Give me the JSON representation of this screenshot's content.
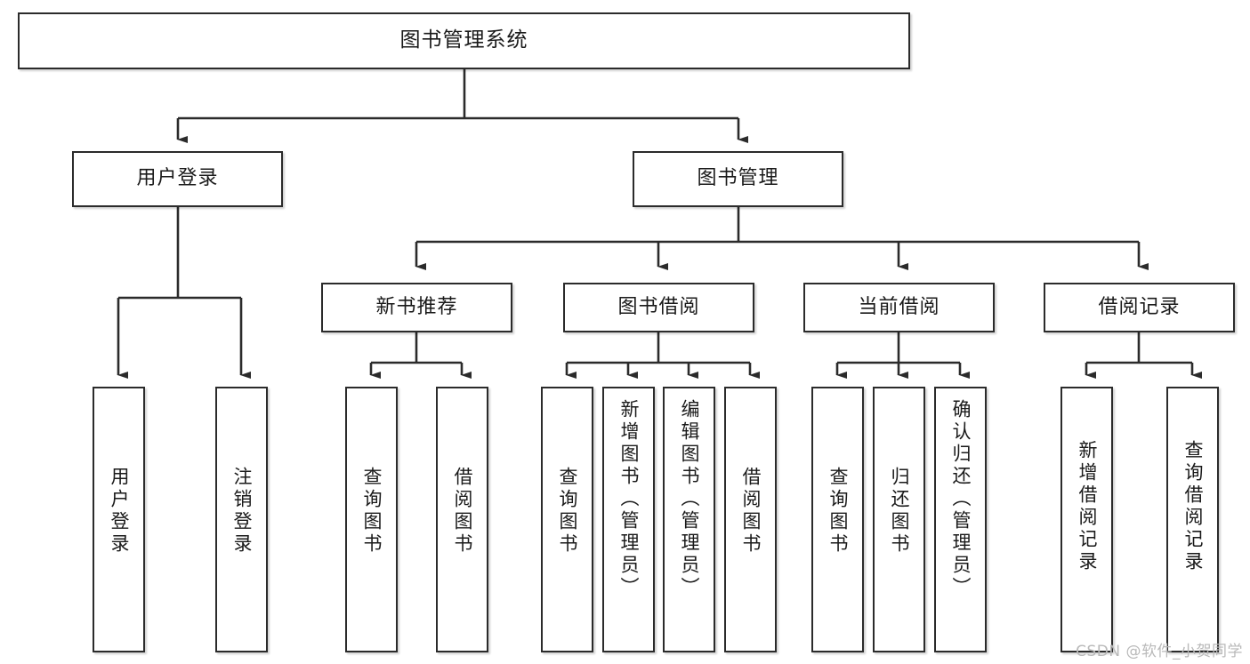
{
  "diagram": {
    "type": "tree",
    "title": "图书管理系统",
    "orientation": "top-down",
    "stroke_color": "#2b2b2b",
    "fill_color": "#ffffff",
    "text_color": "#1a1a1a",
    "watermark": "CSDN @软件_小贺同学"
  },
  "nodes": {
    "root": {
      "label": "图书管理系统"
    },
    "level2": [
      {
        "label": "用户登录"
      },
      {
        "label": "图书管理"
      }
    ],
    "level3": [
      {
        "label": "新书推荐"
      },
      {
        "label": "图书借阅"
      },
      {
        "label": "当前借阅"
      },
      {
        "label": "借阅记录"
      }
    ],
    "leaves_user_login": [
      {
        "label": "用户登录"
      },
      {
        "label": "注销登录"
      }
    ],
    "leaves_new_book": [
      {
        "label": "查询图书"
      },
      {
        "label": "借阅图书"
      }
    ],
    "leaves_borrow": [
      {
        "label": "查询图书"
      },
      {
        "label": "新增图书（管理员）"
      },
      {
        "label": "编辑图书（管理员）"
      },
      {
        "label": "借阅图书"
      }
    ],
    "leaves_current": [
      {
        "label": "查询图书"
      },
      {
        "label": "归还图书"
      },
      {
        "label": "确认归还（管理员）"
      }
    ],
    "leaves_records": [
      {
        "label": "新增借阅记录"
      },
      {
        "label": "查询借阅记录"
      }
    ]
  }
}
